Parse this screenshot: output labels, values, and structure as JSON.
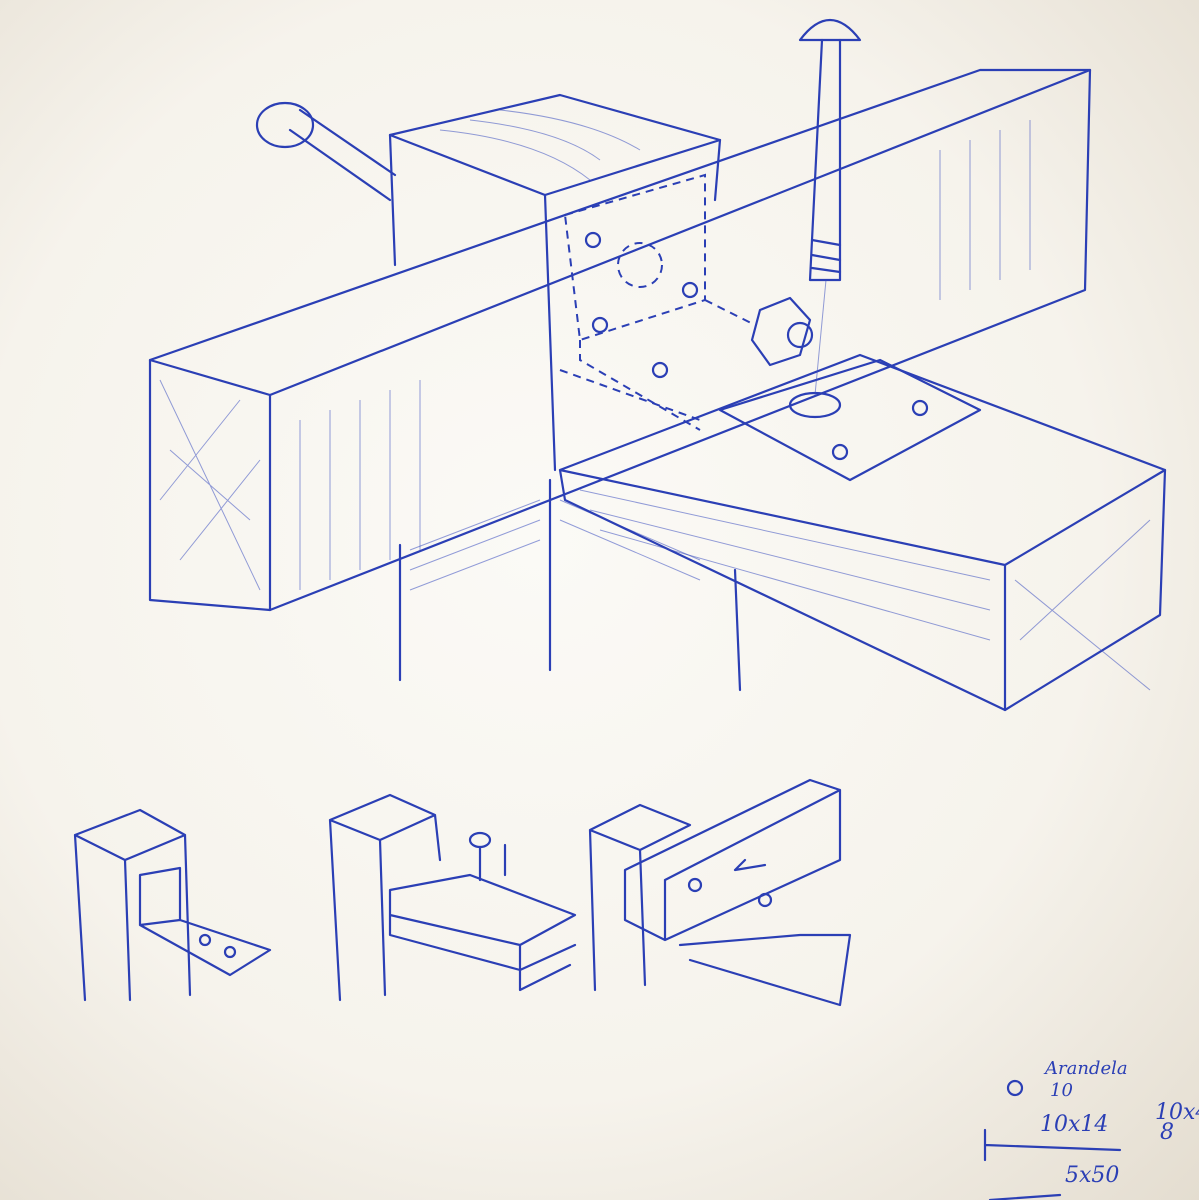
{
  "sketch": {
    "ink_color": "#2b3fb5",
    "paper_color": "#f7f4ee"
  },
  "notes": {
    "washer_label": "Arandela",
    "washer_size": "10",
    "bolt_size": "10x14",
    "nut_size": "10x4",
    "nut_sub": "8",
    "screw_size": "5x50"
  }
}
